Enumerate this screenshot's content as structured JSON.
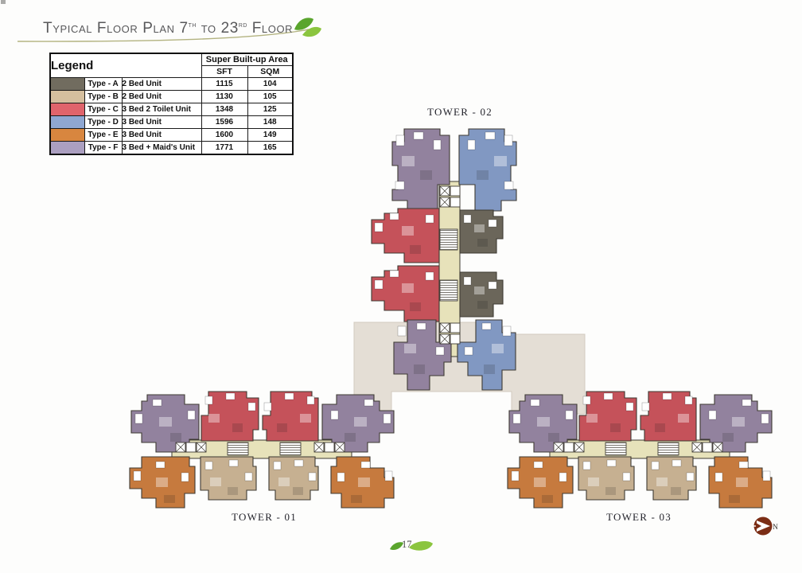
{
  "page": {
    "title": {
      "pre": "Typical Floor Plan 7",
      "sup1": "th",
      "mid": " to 23",
      "sup2": "rd",
      "post": " Floor"
    },
    "page_number": "17"
  },
  "legend": {
    "title": "Legend",
    "area_header": "Super Built-up Area",
    "unit_columns": [
      "SFT",
      "SQM"
    ],
    "rows": [
      {
        "type": "Type - A",
        "desc": "2 Bed Unit",
        "sft": "1115",
        "sqm": "104",
        "color": "#716c5f"
      },
      {
        "type": "Type - B",
        "desc": "2 Bed Unit",
        "sft": "1130",
        "sqm": "105",
        "color": "#d5bf9e"
      },
      {
        "type": "Type - C",
        "desc": "3 Bed 2 Toilet Unit",
        "sft": "1348",
        "sqm": "125",
        "color": "#e0646c"
      },
      {
        "type": "Type - D",
        "desc": "3 Bed Unit",
        "sft": "1596",
        "sqm": "148",
        "color": "#8fa7d2"
      },
      {
        "type": "Type - E",
        "desc": "3 Bed Unit",
        "sft": "1600",
        "sqm": "149",
        "color": "#d8863f"
      },
      {
        "type": "Type - F",
        "desc": "3 Bed + Maid's Unit",
        "sft": "1771",
        "sqm": "165",
        "color": "#ab9fc0"
      }
    ]
  },
  "towers": [
    {
      "id": "tower-02",
      "label": "TOWER - 02"
    },
    {
      "id": "tower-01",
      "label": "TOWER - 01"
    },
    {
      "id": "tower-03",
      "label": "TOWER - 03"
    }
  ],
  "compass": {
    "label": "N"
  },
  "colors": {
    "title_text": "#58585a",
    "underline": "#b3b380",
    "accent_green": "#5aa52d",
    "accent_green_light": "#8bc53f",
    "plan_a": "#6b665a",
    "plan_b": "#c6b091",
    "plan_c": "#c5525a",
    "plan_d": "#8198c2",
    "plan_e": "#c67a3e",
    "plan_f": "#92829e",
    "corridor": "#e7e2ba",
    "podium": "#e4ded5",
    "outline": "#3e3a33",
    "compass": "#7b2d15"
  }
}
